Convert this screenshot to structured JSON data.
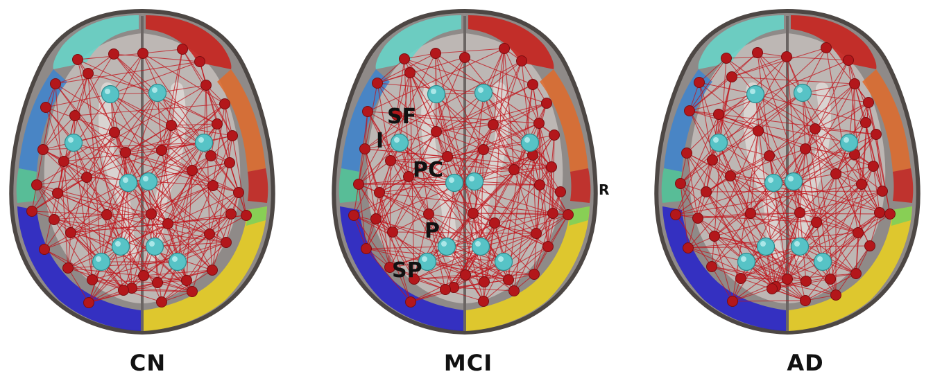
{
  "panels": [
    {
      "id": "cn",
      "caption": "CN"
    },
    {
      "id": "mci",
      "caption": "MCI"
    },
    {
      "id": "ad",
      "caption": "AD"
    }
  ],
  "region_labels": {
    "superior_frontal": "SF",
    "insula": "I",
    "precuneus_cingulate": "PC",
    "parietal": "P",
    "superior_parietal": "SP",
    "right_marker": "R"
  },
  "colors": {
    "edge": "#c0141b",
    "small_node": "#b3171b",
    "hub_node": "#57c3c6",
    "frontal_left": "#68d3c8",
    "frontal_right": "#c8231f",
    "lateral_left": "#3d84d0",
    "lateral_right": "#e06a2a",
    "occipital_left": "#2a26c8",
    "occipital_right": "#e7cd25",
    "temporal_left": "#4fc59a",
    "temporal_right": "#7ecf5a"
  }
}
